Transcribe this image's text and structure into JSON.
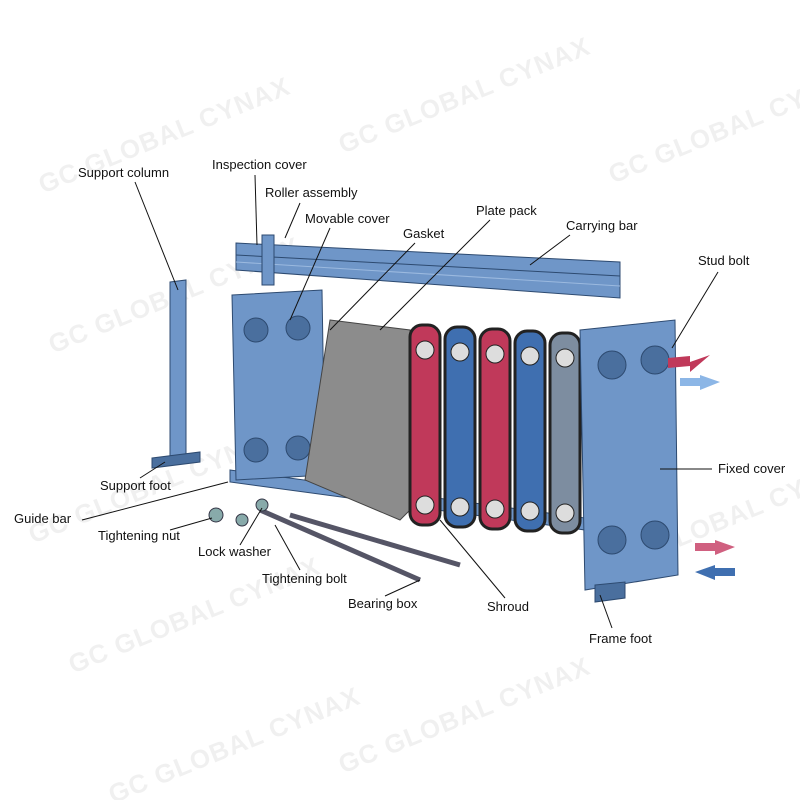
{
  "watermark": "GC GLOBAL CYNAX",
  "labels": {
    "support_column": "Support column",
    "inspection_cover": "Inspection cover",
    "roller_assembly": "Roller assembly",
    "movable_cover": "Movable cover",
    "gasket": "Gasket",
    "plate_pack": "Plate pack",
    "carrying_bar": "Carrying bar",
    "stud_bolt": "Stud bolt",
    "fixed_cover": "Fixed cover",
    "support_foot": "Support foot",
    "guide_bar": "Guide bar",
    "tightening_nut": "Tightening nut",
    "lock_washer": "Lock washer",
    "tightening_bolt": "Tightening bolt",
    "bearing_box": "Bearing box",
    "shroud": "Shroud",
    "frame_foot": "Frame foot"
  },
  "colors": {
    "steel": "#6f96c8",
    "steel_dark": "#4a6f9e",
    "hot": "#c0395a",
    "cold": "#3f6fb0",
    "plate": "#7d8da0"
  }
}
